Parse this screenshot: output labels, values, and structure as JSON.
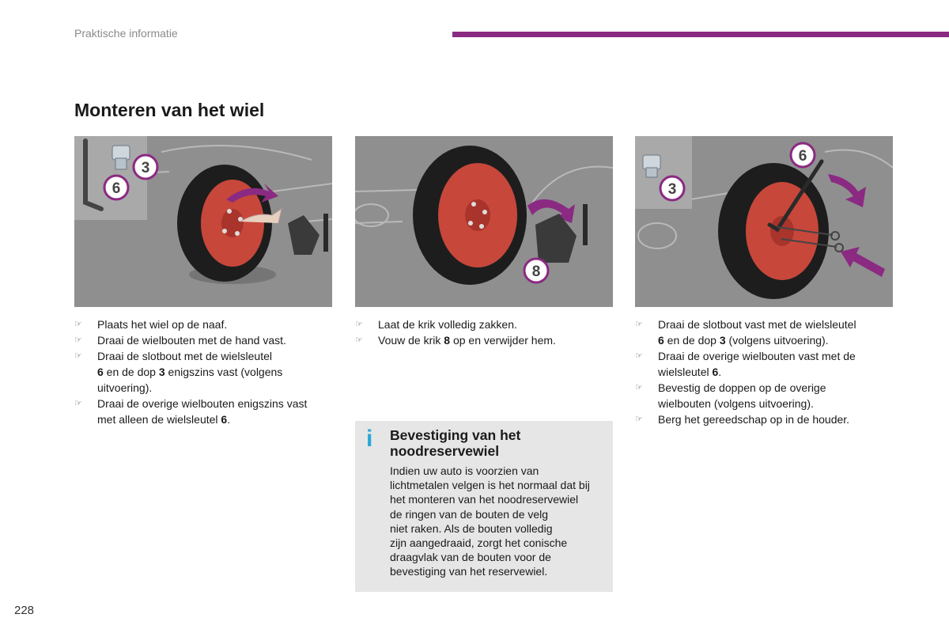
{
  "header": {
    "section": "Praktische informatie",
    "accent_color": "#8b2a82"
  },
  "title": "Monteren van het wiel",
  "illustrations": [
    {
      "callouts": [
        "3",
        "6"
      ],
      "icons": [
        "bolt-icon",
        "wrench-icon",
        "wheel",
        "jack",
        "turn-arrow"
      ]
    },
    {
      "callouts": [
        "8"
      ],
      "icons": [
        "wheel",
        "jack",
        "lower-arrow"
      ]
    },
    {
      "callouts": [
        "6",
        "3"
      ],
      "icons": [
        "bolt-icon",
        "wheel",
        "wrench",
        "turn-arrow",
        "push-arrow"
      ]
    }
  ],
  "bullet_icon": "hand-pointer-icon",
  "column1": {
    "steps": [
      {
        "text": "Plaats het wiel op de naaf."
      },
      {
        "text": "Draai de wielbouten met de hand vast."
      },
      {
        "lines": [
          "Draai de slotbout met de wielsleutel"
        ],
        "l2_b1": "6",
        "l2_t1": " en de dop ",
        "l2_b2": "3",
        "l2_t2": " enigszins vast (volgens",
        "l3": "uitvoering)."
      },
      {
        "l1": "Draai de overige wielbouten enigszins vast",
        "l2_t1": "met alleen de wielsleutel ",
        "l2_b1": "6",
        "l2_t2": "."
      }
    ]
  },
  "column2": {
    "steps": [
      {
        "text": "Laat de krik volledig zakken."
      },
      {
        "t1": "Vouw de krik ",
        "b1": "8",
        "t2": " op en verwijder hem."
      }
    ]
  },
  "column3": {
    "steps": [
      {
        "l1": "Draai de slotbout vast met de wielsleutel",
        "l2_b1": "6",
        "l2_t1": " en de dop ",
        "l2_b2": "3",
        "l2_t2": " (volgens uitvoering)."
      },
      {
        "l1": "Draai de overige wielbouten vast met de",
        "l2_t1": "wielsleutel ",
        "l2_b1": "6",
        "l2_t2": "."
      },
      {
        "l1": "Bevestig de doppen op de overige",
        "l2": "wielbouten (volgens uitvoering)."
      },
      {
        "text": "Berg het gereedschap op in de houder."
      }
    ]
  },
  "info_box": {
    "icon": "info-icon",
    "icon_glyph": "i",
    "icon_color": "#2aa8d8",
    "title_line1": "Bevestiging van het",
    "title_line2": "noodreservewiel",
    "text_lines": [
      "Indien uw auto is voorzien van",
      "lichtmetalen velgen is het normaal dat bij",
      "het monteren van het noodreservewiel",
      "de ringen van de bouten de velg",
      "niet raken. Als de bouten volledig",
      "zijn aangedraaid, zorgt het conische",
      "draagvlak van de bouten voor de",
      "bevestiging van het reservewiel."
    ]
  },
  "page_number": "228"
}
